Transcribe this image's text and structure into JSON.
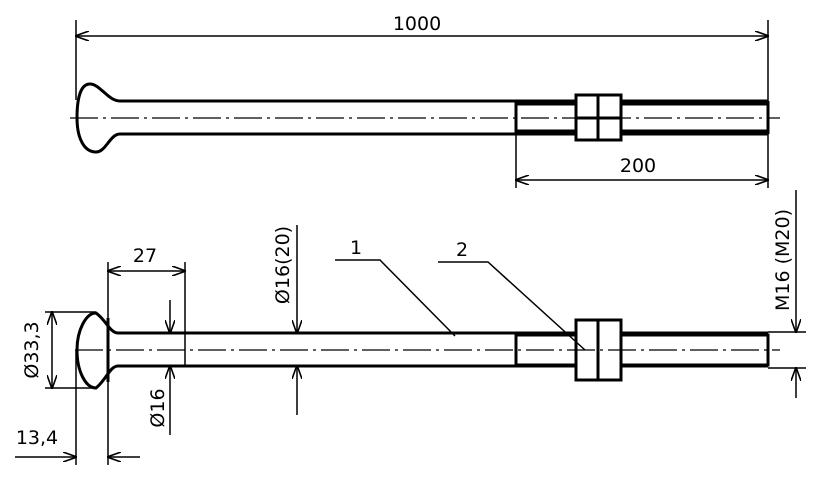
{
  "top_view": {
    "overall_length": "1000",
    "thread_length": "200"
  },
  "side_view": {
    "head_dimension": "Ø33,3",
    "head_height": "13,4",
    "neck_length": "27",
    "neck_diameter": "Ø16",
    "shaft_diameter": "Ø16(20)",
    "thread_size": "M16 (M20)",
    "callouts": [
      {
        "number": "1"
      },
      {
        "number": "2"
      }
    ]
  }
}
